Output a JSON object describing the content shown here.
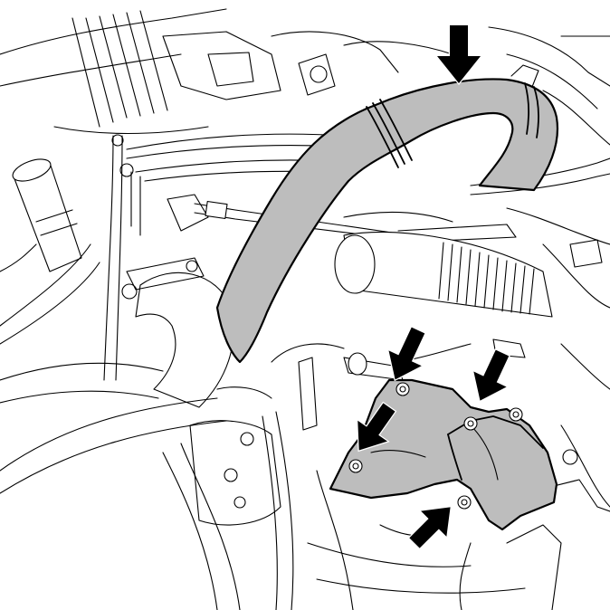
{
  "figure": {
    "kind": "technical line drawing of engine bay",
    "highlight_color": "#bdbdbd",
    "line_color": "#000000",
    "background": "#ffffff",
    "parts": [
      "charge-air-hose",
      "heat-shield-cover"
    ],
    "pointer_arrows": [
      {
        "id": "hose-clamp-arrow",
        "points_to": "hose clamp",
        "direction": "down"
      },
      {
        "id": "bolt-arrow-upper-left",
        "points_to": "bolt",
        "direction": "down-left"
      },
      {
        "id": "bolt-arrow-upper-right",
        "points_to": "bolt",
        "direction": "down-left"
      },
      {
        "id": "bolt-arrow-left",
        "points_to": "bolt",
        "direction": "down-left"
      },
      {
        "id": "bolt-arrow-lower",
        "points_to": "bolt",
        "direction": "up-right"
      }
    ]
  }
}
